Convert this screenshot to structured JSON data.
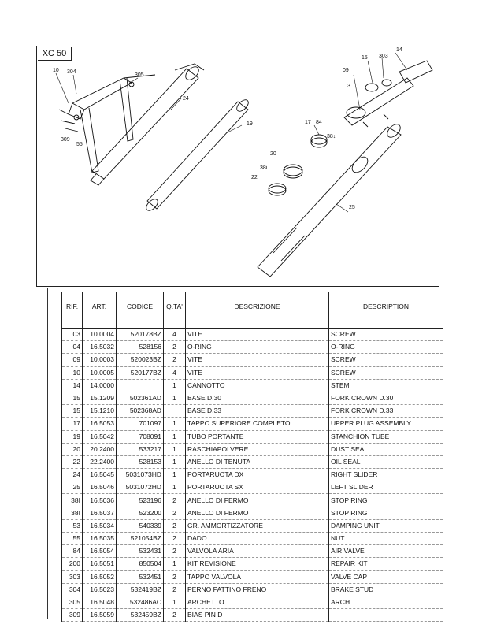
{
  "model": "XC 50",
  "callouts": [
    {
      "id": "c10",
      "text": "10"
    },
    {
      "id": "c304",
      "text": "304"
    },
    {
      "id": "c305",
      "text": "305"
    },
    {
      "id": "c24",
      "text": "24"
    },
    {
      "id": "c309",
      "text": "309"
    },
    {
      "id": "c55",
      "text": "55"
    },
    {
      "id": "c19",
      "text": "19"
    },
    {
      "id": "c09",
      "text": "09"
    },
    {
      "id": "c15",
      "text": "15"
    },
    {
      "id": "c303",
      "text": "303"
    },
    {
      "id": "c14",
      "text": "14"
    },
    {
      "id": "c3",
      "text": "3"
    },
    {
      "id": "c17",
      "text": "17"
    },
    {
      "id": "c84",
      "text": "84"
    },
    {
      "id": "c384",
      "text": "38↓"
    },
    {
      "id": "c20",
      "text": "20"
    },
    {
      "id": "c38i",
      "text": "38i"
    },
    {
      "id": "c22",
      "text": "22"
    },
    {
      "id": "c25",
      "text": "25"
    }
  ],
  "table": {
    "headers": {
      "rif": "RIF.",
      "art": "ART.",
      "codice": "CODICE",
      "qta": "Q.TA'",
      "descrizione": "DESCRIZIONE",
      "description": "DESCRIPTION"
    },
    "rows": [
      {
        "rif": "03",
        "art": "10.0004",
        "codice": "520178BZ",
        "qta": "4",
        "descrizione": "VITE",
        "description": "SCREW"
      },
      {
        "rif": "04",
        "art": "16.5032",
        "codice": "528156",
        "qta": "2",
        "descrizione": "O-RING",
        "description": "O-RING"
      },
      {
        "rif": "09",
        "art": "10.0003",
        "codice": "520023BZ",
        "qta": "2",
        "descrizione": "VITE",
        "description": "SCREW"
      },
      {
        "rif": "10",
        "art": "10.0005",
        "codice": "520177BZ",
        "qta": "4",
        "descrizione": "VITE",
        "description": "SCREW"
      },
      {
        "rif": "14",
        "art": "14.0000",
        "codice": "",
        "qta": "1",
        "descrizione": "CANNOTTO",
        "description": "STEM"
      },
      {
        "rif": "15",
        "art": "15.1209",
        "codice": "502361AD",
        "qta": "1",
        "descrizione": "BASE D.30",
        "description": "FORK CROWN D.30"
      },
      {
        "rif": "15",
        "art": "15.1210",
        "codice": "502368AD",
        "qta": "",
        "descrizione": "BASE D.33",
        "description": "FORK CROWN D.33"
      },
      {
        "rif": "17",
        "art": "16.5053",
        "codice": "701097",
        "qta": "1",
        "descrizione": "TAPPO SUPERIORE COMPLETO",
        "description": "UPPER PLUG ASSEMBLY"
      },
      {
        "rif": "19",
        "art": "16.5042",
        "codice": "708091",
        "qta": "1",
        "descrizione": "TUBO PORTANTE",
        "description": "STANCHION TUBE"
      },
      {
        "rif": "20",
        "art": "20.2400",
        "codice": "533217",
        "qta": "1",
        "descrizione": "RASCHIAPOLVERE",
        "description": "DUST SEAL"
      },
      {
        "rif": "22",
        "art": "22.2400",
        "codice": "528153",
        "qta": "1",
        "descrizione": "ANELLO DI TENUTA",
        "description": "OIL SEAL"
      },
      {
        "rif": "24",
        "art": "16.5045",
        "codice": "5031073HD",
        "qta": "1",
        "descrizione": "PORTARUOTA DX",
        "description": "RIGHT SLIDER"
      },
      {
        "rif": "25",
        "art": "16.5046",
        "codice": "5031072HD",
        "qta": "1",
        "descrizione": "PORTARUOTA SX",
        "description": "LEFT SLIDER"
      },
      {
        "rif": "38I",
        "art": "16.5036",
        "codice": "523196",
        "qta": "2",
        "descrizione": "ANELLO DI FERMO",
        "description": "STOP RING"
      },
      {
        "rif": "38I",
        "art": "16.5037",
        "codice": "523200",
        "qta": "2",
        "descrizione": "ANELLO DI FERMO",
        "description": "STOP RING"
      },
      {
        "rif": "53",
        "art": "16.5034",
        "codice": "540339",
        "qta": "2",
        "descrizione": "GR. AMMORTIZZATORE",
        "description": "DAMPING UNIT"
      },
      {
        "rif": "55",
        "art": "16.5035",
        "codice": "521054BZ",
        "qta": "2",
        "descrizione": "DADO",
        "description": "NUT"
      },
      {
        "rif": "84",
        "art": "16.5054",
        "codice": "532431",
        "qta": "2",
        "descrizione": "VALVOLA ARIA",
        "description": "AIR VALVE"
      },
      {
        "rif": "200",
        "art": "16.5051",
        "codice": "850504",
        "qta": "1",
        "descrizione": "KIT REVISIONE",
        "description": "REPAIR KIT"
      },
      {
        "rif": "303",
        "art": "16.5052",
        "codice": "532451",
        "qta": "2",
        "descrizione": "TAPPO VALVOLA",
        "description": "VALVE CAP"
      },
      {
        "rif": "304",
        "art": "16.5023",
        "codice": "532419BZ",
        "qta": "2",
        "descrizione": "PERNO PATTINO FRENO",
        "description": "BRAKE STUD"
      },
      {
        "rif": "305",
        "art": "16.5048",
        "codice": "532486AC",
        "qta": "1",
        "descrizione": "ARCHETTO",
        "description": "ARCH"
      },
      {
        "rif": "309",
        "art": "16.5059",
        "codice": "532459BZ",
        "qta": "2",
        "descrizione": "BIAS PIN D",
        "description": ""
      }
    ]
  }
}
